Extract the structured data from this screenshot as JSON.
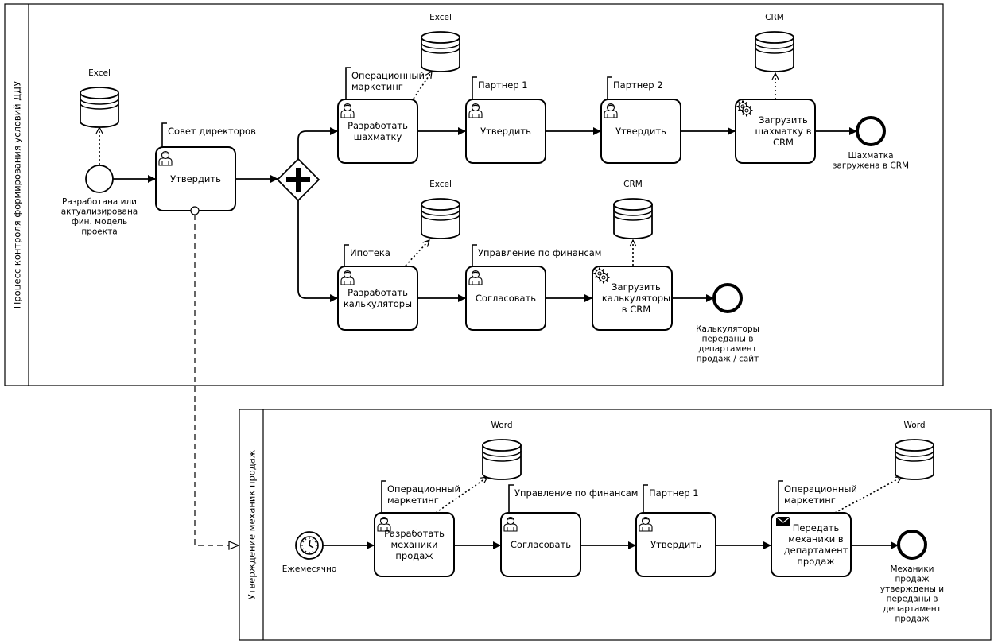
{
  "pools": {
    "top": "Процесс контроля формирования условий ДДУ",
    "bottom": "Утверждение механик продаж"
  },
  "events": {
    "start_top": [
      "Разработана или",
      "актуализирована",
      "фин. модель",
      "проекта"
    ],
    "end_chess": [
      "Шахматка",
      "загружена в CRM"
    ],
    "end_calc": [
      "Калькуляторы",
      "переданы в",
      "департамент",
      "продаж / сайт"
    ],
    "start_timer": [
      "Ежемесячно"
    ],
    "end_mech": [
      "Механики",
      "продаж",
      "утверждены и",
      "переданы в",
      "департамент",
      "продаж"
    ]
  },
  "tasks": {
    "approve_board": [
      "Утвердить"
    ],
    "dev_chess": [
      "Разработать",
      "шахматку"
    ],
    "approve_p1": [
      "Утвердить"
    ],
    "approve_p2": [
      "Утвердить"
    ],
    "load_chess": [
      "Загрузить",
      "шахматку в",
      "CRM"
    ],
    "dev_calc": [
      "Разработать",
      "калькуляторы"
    ],
    "agree_fin": [
      "Согласовать"
    ],
    "load_calc": [
      "Загрузить",
      "калькуляторы",
      "в CRM"
    ],
    "dev_mech": [
      "Разработать",
      "механики",
      "продаж"
    ],
    "agree_fin2": [
      "Согласовать"
    ],
    "approve_p1b": [
      "Утвердить"
    ],
    "send_mech": [
      "Передать",
      "механики в",
      "департамент",
      "продаж"
    ]
  },
  "annotations": {
    "board": [
      "Совет директоров"
    ],
    "opmark1": [
      "Операционный",
      "маркетинг"
    ],
    "partner1": [
      "Партнер 1"
    ],
    "partner2": [
      "Партнер 2"
    ],
    "mortgage": [
      "Ипотека"
    ],
    "finance1": [
      "Управление по финансам"
    ],
    "opmark2": [
      "Операционный",
      "маркетинг"
    ],
    "finance2": [
      "Управление по финансам"
    ],
    "partner1b": [
      "Партнер 1"
    ],
    "opmark3": [
      "Операционный",
      "маркетинг"
    ]
  },
  "datastores": {
    "ds_excel1": "Excel",
    "ds_excel2": "Excel",
    "ds_crm1": "CRM",
    "ds_excel3": "Excel",
    "ds_crm2": "CRM",
    "ds_word1": "Word",
    "ds_word2": "Word"
  }
}
